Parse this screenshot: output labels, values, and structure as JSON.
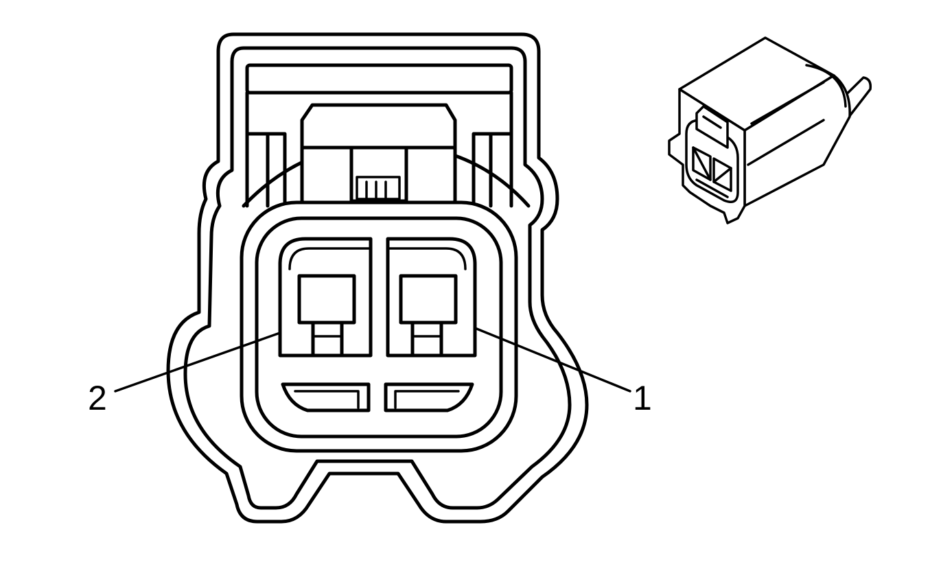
{
  "diagram": {
    "callouts": [
      {
        "id": "pin-1",
        "label": "1"
      },
      {
        "id": "pin-2",
        "label": "2"
      }
    ],
    "colors": {
      "stroke": "#000000",
      "background": "#ffffff"
    }
  }
}
